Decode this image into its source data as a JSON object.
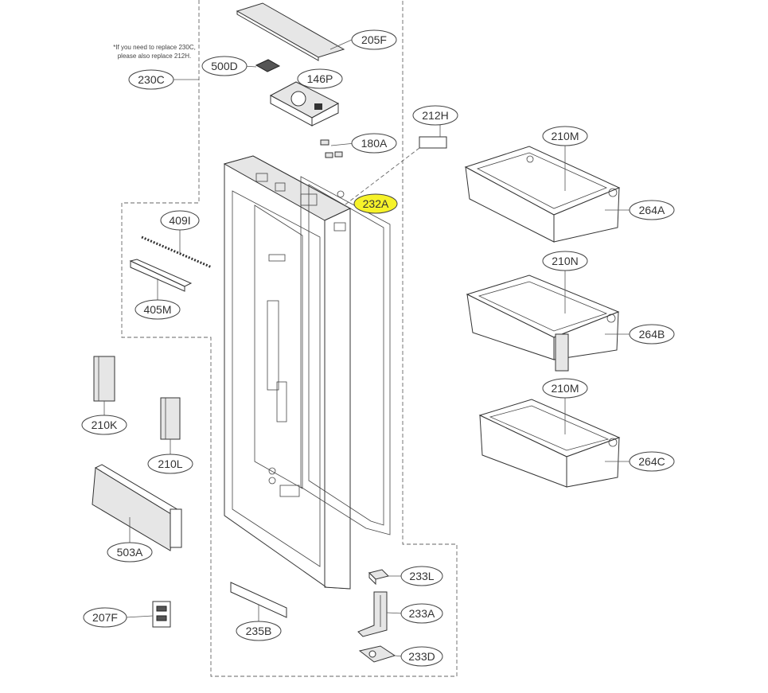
{
  "note": {
    "line1": "*If you need to replace 230C,",
    "line2": "please also replace 212H."
  },
  "labels": {
    "p205F": "205F",
    "p500D": "500D",
    "p146P": "146P",
    "p230C": "230C",
    "p180A": "180A",
    "p212H": "212H",
    "p232A": "232A",
    "p409I": "409I",
    "p405M": "405M",
    "p210K": "210K",
    "p210L": "210L",
    "p503A": "503A",
    "p207F": "207F",
    "p235B": "235B",
    "p233L": "233L",
    "p233A": "233A",
    "p233D": "233D",
    "p210M_top": "210M",
    "p264A": "264A",
    "p210N": "210N",
    "p264B": "264B",
    "p210M_bottom": "210M",
    "p264C": "264C"
  },
  "highlight_color": "#f6f22a"
}
